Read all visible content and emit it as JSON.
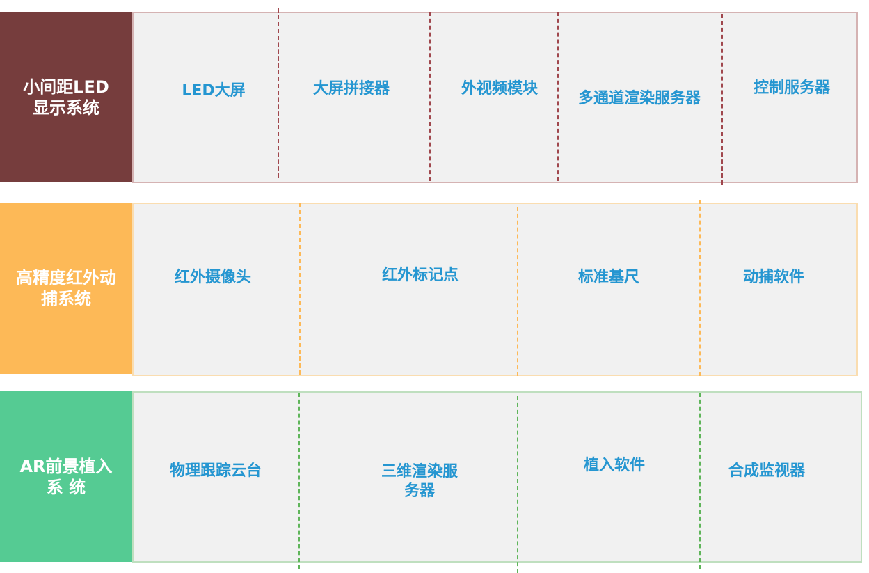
{
  "colors": {
    "row1_label_bg": "#763D3D",
    "row1_border": "#D5B3B3",
    "row1_divider": "#A0474D",
    "row2_label_bg": "#FDB957",
    "row2_border": "#FADDB0",
    "row2_divider": "#FDB957",
    "row3_label_bg": "#55CB93",
    "row3_border": "#BFDFBF",
    "row3_divider": "#5FB55A",
    "content_bg": "#F1F1F1",
    "item_text": "#2596D1",
    "label_text": "#FFFFFF"
  },
  "rows": [
    {
      "label": "小间距LED显示系统",
      "items": [
        {
          "text": "LED大屏"
        },
        {
          "text": "大屏拼接器"
        },
        {
          "text": "外视频模块"
        },
        {
          "text": "多通道渲染服务器"
        },
        {
          "text": "控制服务器"
        }
      ]
    },
    {
      "label": "高精度红外动捕系统",
      "items": [
        {
          "text": "红外摄像头"
        },
        {
          "text": "红外标记点"
        },
        {
          "text": "标准基尺"
        },
        {
          "text": "动捕软件"
        }
      ]
    },
    {
      "label": "AR前景植入系 统",
      "items": [
        {
          "text": "物理跟踪云台"
        },
        {
          "text": "三维渲染服务器"
        },
        {
          "text": "植入软件"
        },
        {
          "text": "合成监视器"
        }
      ]
    }
  ]
}
